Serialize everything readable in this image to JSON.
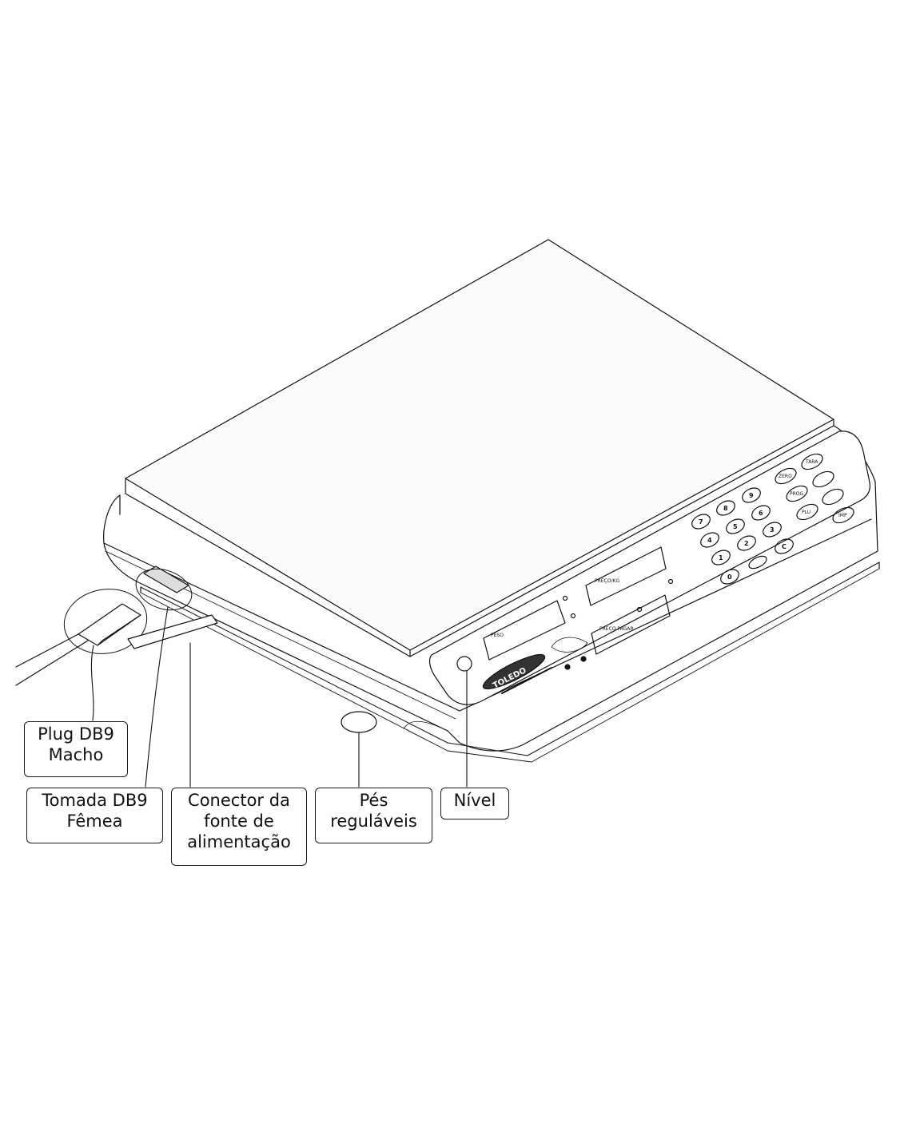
{
  "labels": {
    "plug_db9": [
      "Plug DB9",
      "Macho"
    ],
    "tomada_db9": [
      "Tomada DB9",
      "Fêmea"
    ],
    "conector": [
      "Conector da",
      "fonte de",
      "alimentação"
    ],
    "pes": [
      "Pés",
      "reguláveis"
    ],
    "nivel": [
      "Nível"
    ]
  },
  "panel": {
    "keys": [
      "7",
      "8",
      "9",
      "4",
      "5",
      "6",
      "1",
      "2",
      "3",
      "0",
      "C"
    ],
    "function_keys": [
      "ZERO",
      "TARA",
      "PROG",
      "PLU",
      "IMP"
    ],
    "displays": [
      "PESO",
      "PREÇO/KG",
      "PREÇO PAGAR"
    ],
    "brand": "TOLEDO"
  }
}
